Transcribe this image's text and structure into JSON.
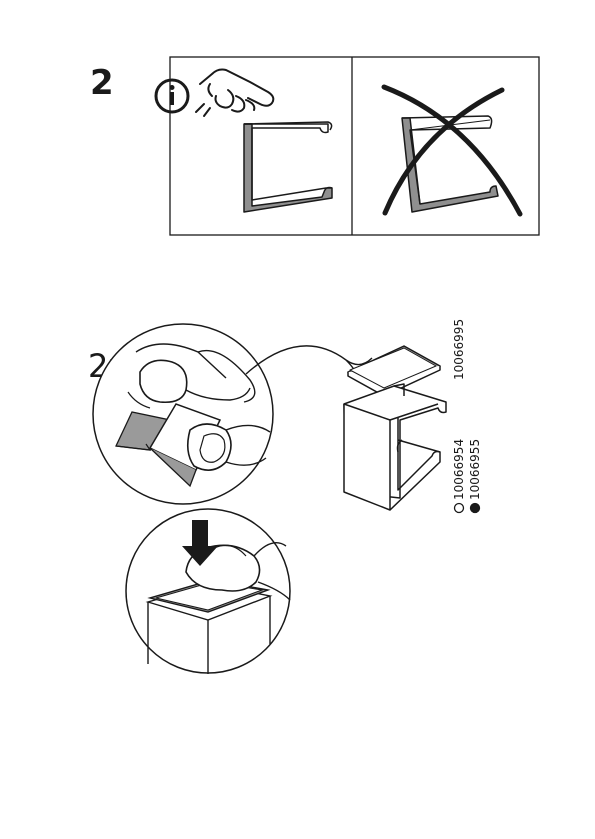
{
  "step": {
    "number": "2"
  },
  "quantity": {
    "label": "2x"
  },
  "parts": {
    "adhesive_pad": "10066995",
    "variant_white": "10066954",
    "variant_black": "10066955"
  },
  "icons": [
    "info-icon",
    "pointing-hand-icon",
    "cross-icon",
    "down-arrow-icon"
  ],
  "colors": {
    "ink": "#1a1a1a",
    "fill_grey": "#8f8f8f",
    "paper": "#ffffff"
  }
}
